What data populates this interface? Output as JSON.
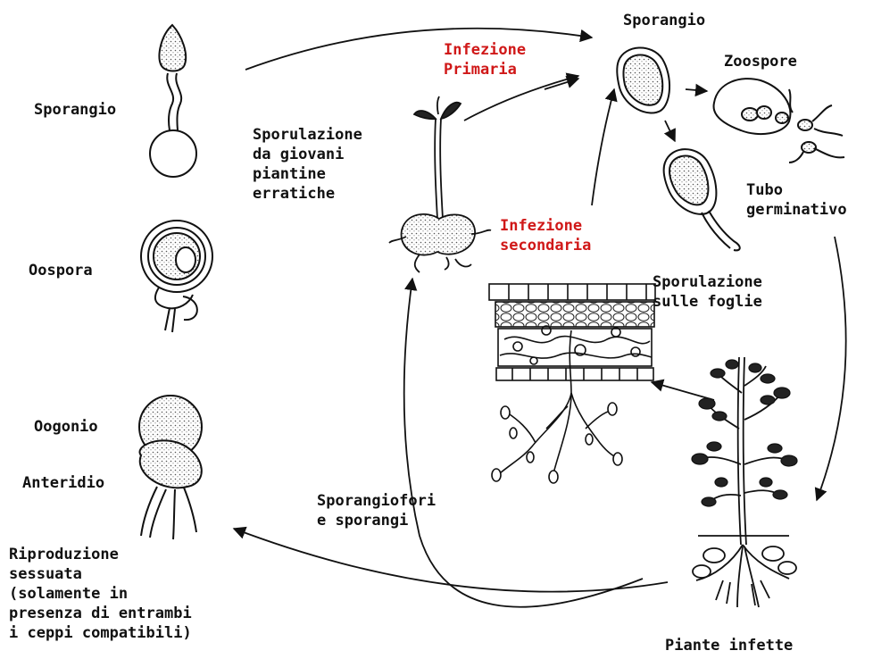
{
  "labels": {
    "sporangio_left": "Sporangio",
    "oospora": "Oospora",
    "oogonio": "Oogonio",
    "anteridio": "Anteridio",
    "riproduzione": "Riproduzione\nsessuata\n(solamente in\npresenza di entrambi\ni ceppi compatibili)",
    "sporulazione_piantine": "Sporulazione\nda giovani\npiantine\nerratiche",
    "infezione_primaria": "Infezione\nPrimaria",
    "sporangio_top": "Sporangio",
    "zoospore": "Zoospore",
    "tubo": "Tubo\ngerminativo",
    "infezione_secondaria": "Infezione\nsecondaria",
    "sporulazione_foglie": "Sporulazione\nsulle foglie",
    "sporangiofori": "Sporangiofori\ne sporangi",
    "piante_infette": "Piante infette"
  },
  "colors": {
    "ink": "#111111",
    "highlight": "#d01818",
    "stipple": "#cccccc"
  }
}
